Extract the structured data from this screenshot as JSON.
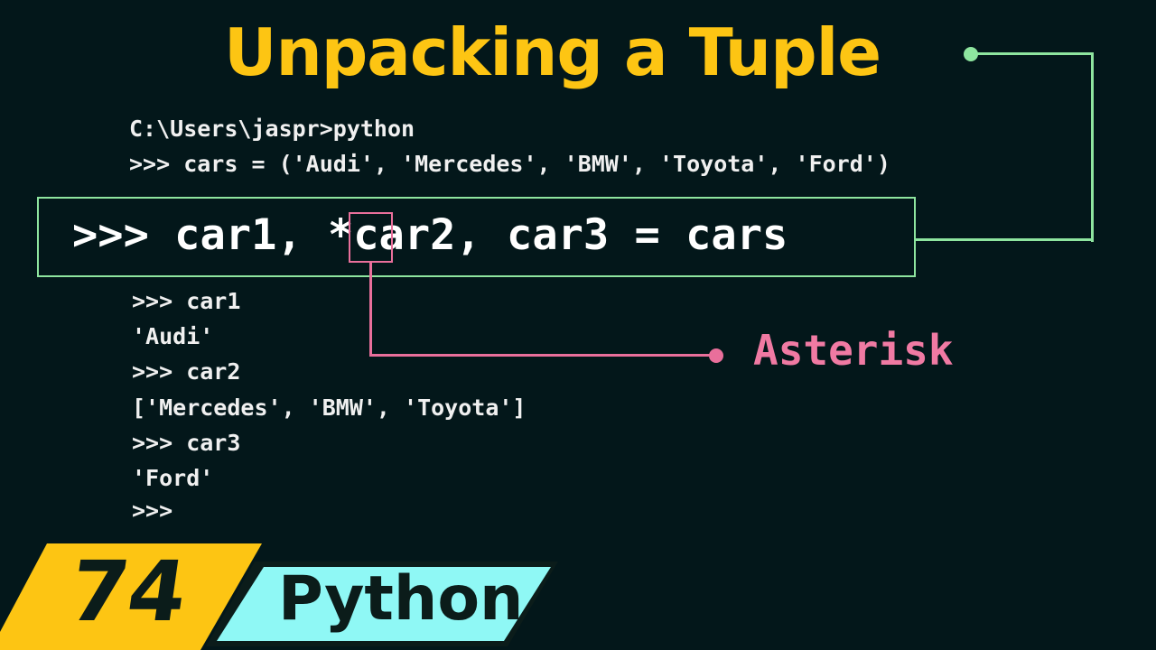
{
  "title": "Unpacking a Tuple",
  "terminal": {
    "prompt_line": "C:\\Users\\jaspr>python",
    "definition_line": ">>> cars = ('Audi', 'Mercedes', 'BMW', 'Toyota', 'Ford')",
    "highlighted_statement": {
      "prefix": ">>> car1, ",
      "asterisk": "*",
      "suffix": "car2, car3 = cars"
    },
    "output_lines": [
      ">>> car1",
      "'Audi'",
      ">>> car2",
      "['Mercedes', 'BMW', 'Toyota']",
      ">>> car3",
      "'Ford'",
      ">>>"
    ]
  },
  "annotation": {
    "label": "Asterisk",
    "color": "#f07aa3"
  },
  "colors": {
    "background": "#03171a",
    "title": "#fdc513",
    "highlight_border": "#8ee59f",
    "asterisk_border": "#e96f9b",
    "badge_yellow": "#fdc513",
    "badge_cyan": "#8ff8f5"
  },
  "badge": {
    "episode_number": "74",
    "course": "Python"
  }
}
